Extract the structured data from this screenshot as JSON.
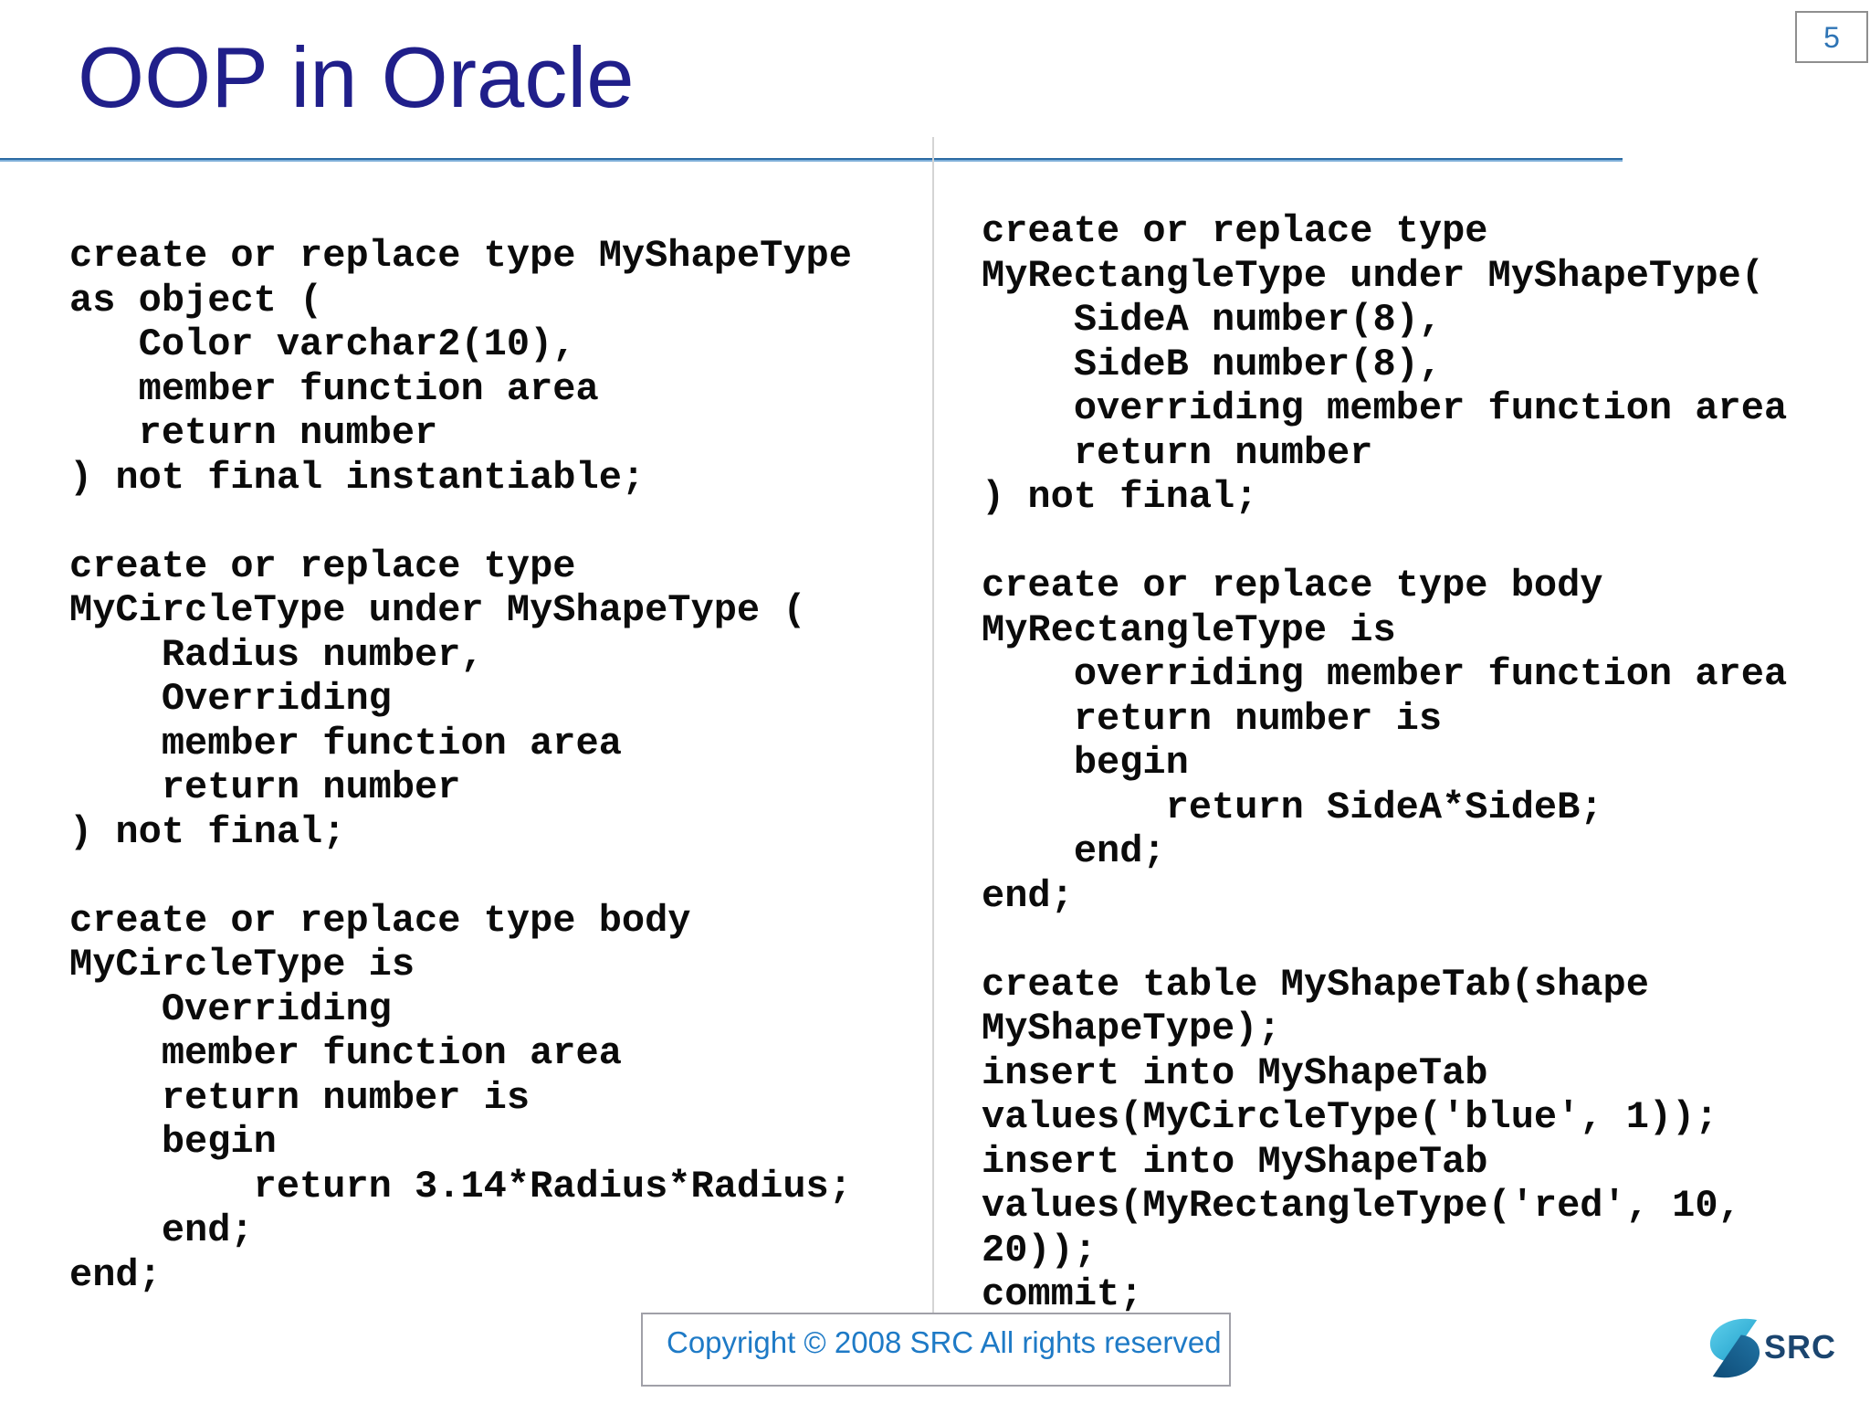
{
  "slide": {
    "title": "OOP in Oracle",
    "page_number": "5"
  },
  "code": {
    "left_blocks": [
      "create or replace type MyShapeType\nas object (\n   Color varchar2(10),\n   member function area\n   return number\n) not final instantiable;",
      "create or replace type\nMyCircleType under MyShapeType (\n    Radius number,\n    Overriding\n    member function area\n    return number\n) not final;",
      "create or replace type body\nMyCircleType is\n    Overriding\n    member function area\n    return number is\n    begin\n        return 3.14*Radius*Radius;\n    end;\nend;"
    ],
    "right_blocks": [
      "create or replace type\nMyRectangleType under MyShapeType(\n    SideA number(8),\n    SideB number(8),\n    overriding member function area\n    return number\n) not final;",
      "create or replace type body\nMyRectangleType is\n    overriding member function area\n    return number is\n    begin\n        return SideA*SideB;\n    end;\nend;",
      "create table MyShapeTab(shape\nMyShapeType);\ninsert into MyShapeTab\nvalues(MyCircleType('blue', 1));\ninsert into MyShapeTab\nvalues(MyRectangleType('red', 10,\n20));\ncommit;"
    ]
  },
  "footer": {
    "copyright": "Copyright © 2008 SRC All rights reserved",
    "logo_text": "SRC"
  },
  "colors": {
    "title_navy": "#201F8A",
    "page_number_blue": "#2E74B5",
    "rule_blue": "#2B6BA3",
    "divider_gray": "#D4D4D4",
    "copyright_blue": "#1E7AC6",
    "code_black": "#0B0B0B",
    "logo_text_navy": "#1B456F",
    "logo_cyan": "#3BBBDE",
    "logo_dark_blue": "#135F91"
  }
}
